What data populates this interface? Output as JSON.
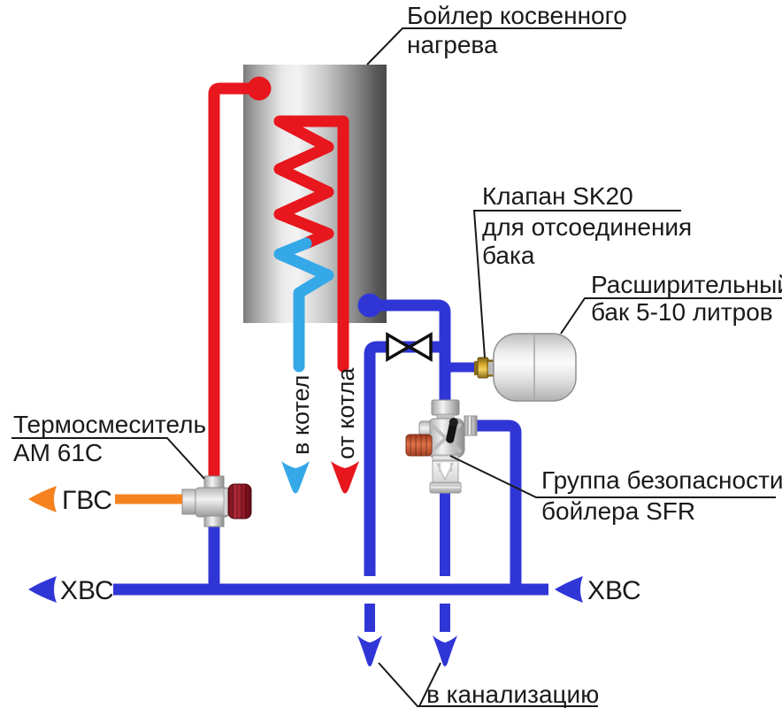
{
  "diagram_labels": {
    "boiler": {
      "l1": "Бойлер косвенного",
      "l2": "нагрева"
    },
    "sk20": {
      "l1": "Клапан SK20",
      "l2": "для отсоединения",
      "l3": "бака"
    },
    "expansion": {
      "l1": "Расширительный",
      "l2": "бак 5-10 литров"
    },
    "mixer": {
      "l1": "Термосмеситель",
      "l2": "АМ 61С"
    },
    "safety": {
      "l1": "Группа безопасности",
      "l2": "бойлера SFR"
    },
    "sewer": "в канализацию",
    "gvs": "ГВС",
    "hvs_left": "ХВС",
    "hvs_right": "ХВС",
    "to_boiler": "в котел",
    "from_boiler": "от котла"
  },
  "colors": {
    "pipe_blue": "#3036d6",
    "pipe_red": "#e8161d",
    "pipe_cyan": "#35a8e8",
    "pipe_orange": "#f5821f",
    "text": "#1a1a1a"
  }
}
